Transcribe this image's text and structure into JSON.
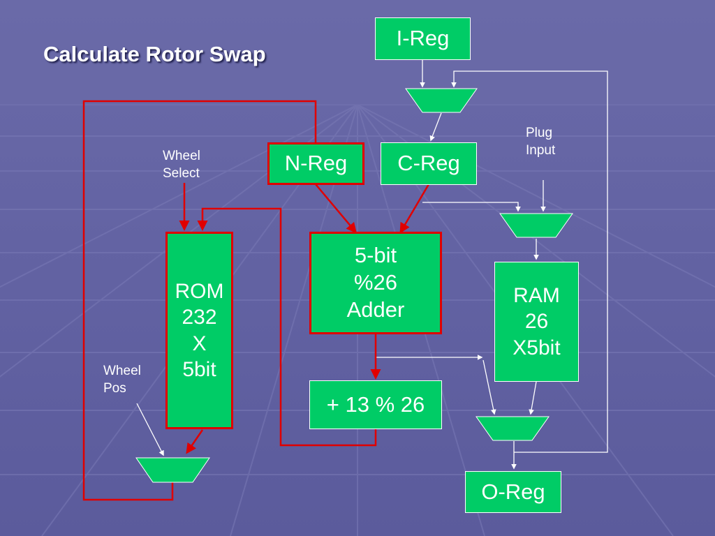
{
  "title": "Calculate Rotor Swap",
  "blocks": {
    "i_reg": "I-Reg",
    "n_reg": "N-Reg",
    "c_reg": "C-Reg",
    "rom": [
      "ROM",
      "232",
      "X",
      "5bit"
    ],
    "adder": [
      "5-bit",
      "%26",
      "Adder"
    ],
    "ram": [
      "RAM",
      "26",
      "X5bit"
    ],
    "plus13": "+ 13 % 26",
    "o_reg": "O-Reg"
  },
  "labels": {
    "wheel_select": [
      "Wheel",
      "Select"
    ],
    "wheel_pos": [
      "Wheel",
      "Pos"
    ],
    "plug_input": [
      "Plug",
      "Input"
    ]
  },
  "colors": {
    "block_fill": "#00cc66",
    "highlight_wire": "#e00000",
    "signal_wire": "#ffffff",
    "background": "#6363a3"
  }
}
